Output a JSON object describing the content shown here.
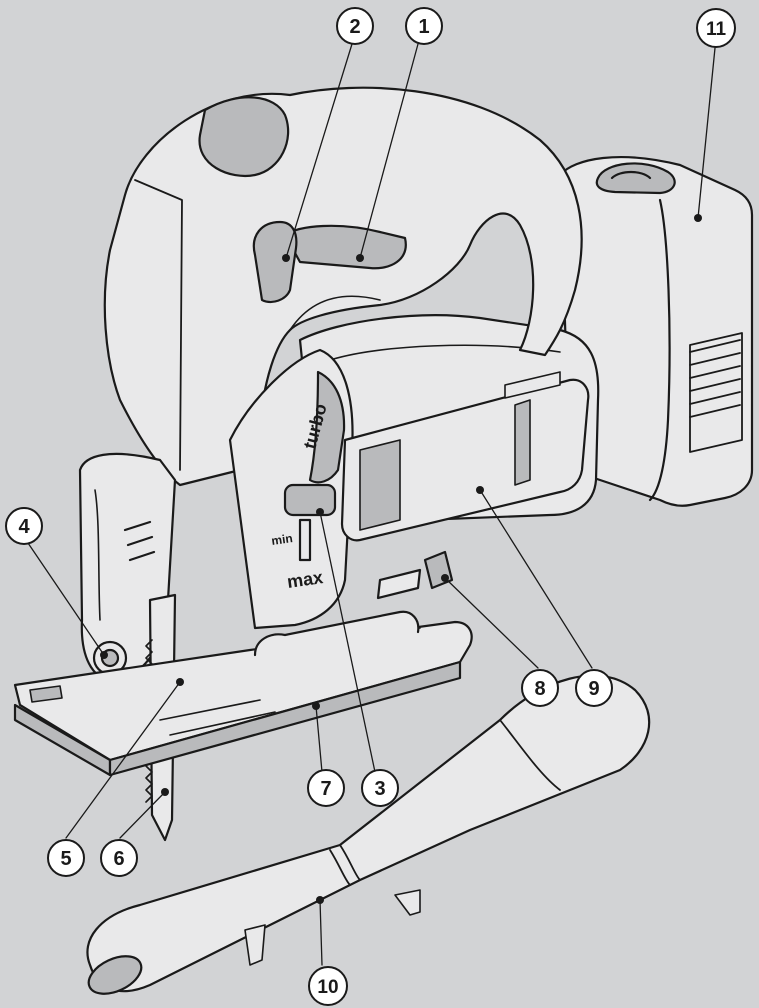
{
  "figure": {
    "background": "#d2d3d5",
    "line_color": "#1a1a1a",
    "body_fill": "#e9e9ea",
    "shade_fill": "#b9babc",
    "callouts": [
      {
        "id": "1",
        "label": "1"
      },
      {
        "id": "2",
        "label": "2"
      },
      {
        "id": "3",
        "label": "3"
      },
      {
        "id": "4",
        "label": "4"
      },
      {
        "id": "5",
        "label": "5"
      },
      {
        "id": "6",
        "label": "6"
      },
      {
        "id": "7",
        "label": "7"
      },
      {
        "id": "8",
        "label": "8"
      },
      {
        "id": "9",
        "label": "9"
      },
      {
        "id": "10",
        "label": "10"
      },
      {
        "id": "11",
        "label": "11"
      }
    ],
    "tool_markings": {
      "speed_min": "min",
      "speed_max": "max",
      "turbo": "turbo"
    }
  }
}
